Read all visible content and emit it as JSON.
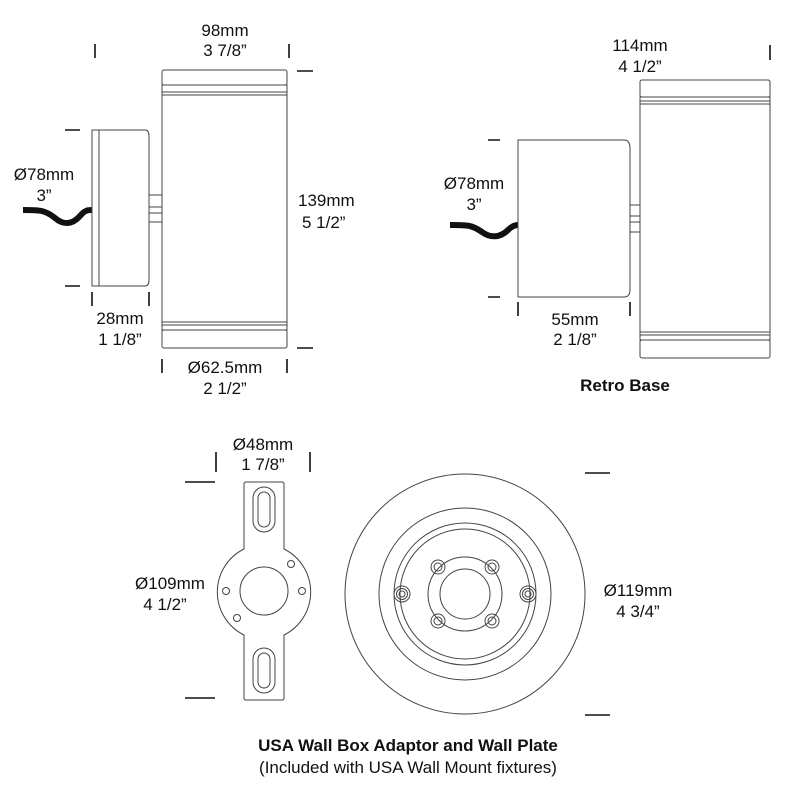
{
  "fixture": {
    "width_mm": "98mm",
    "width_in": "3 7/8”",
    "height_mm": "139mm",
    "height_in": "5 1/2”",
    "base_dia_mm": "Ø78mm",
    "base_dia_in": "3”",
    "base_depth_mm": "28mm",
    "base_depth_in": "1 1/8”",
    "body_dia_mm": "Ø62.5mm",
    "body_dia_in": "2 1/2”"
  },
  "retro": {
    "width_mm": "114mm",
    "width_in": "4 1/2”",
    "base_dia_mm": "Ø78mm",
    "base_dia_in": "3”",
    "base_depth_mm": "55mm",
    "base_depth_in": "2 1/8”",
    "title": "Retro Base"
  },
  "adaptor": {
    "hole_mm": "Ø48mm",
    "hole_in": "1 7/8”",
    "length_mm": "Ø109mm",
    "length_in": "4 1/2”"
  },
  "wallplate": {
    "dia_mm": "Ø119mm",
    "dia_in": "4 3/4”"
  },
  "caption": {
    "title": "USA Wall Box Adaptor and Wall Plate",
    "subtitle": "(Included with USA Wall Mount fixtures)"
  }
}
